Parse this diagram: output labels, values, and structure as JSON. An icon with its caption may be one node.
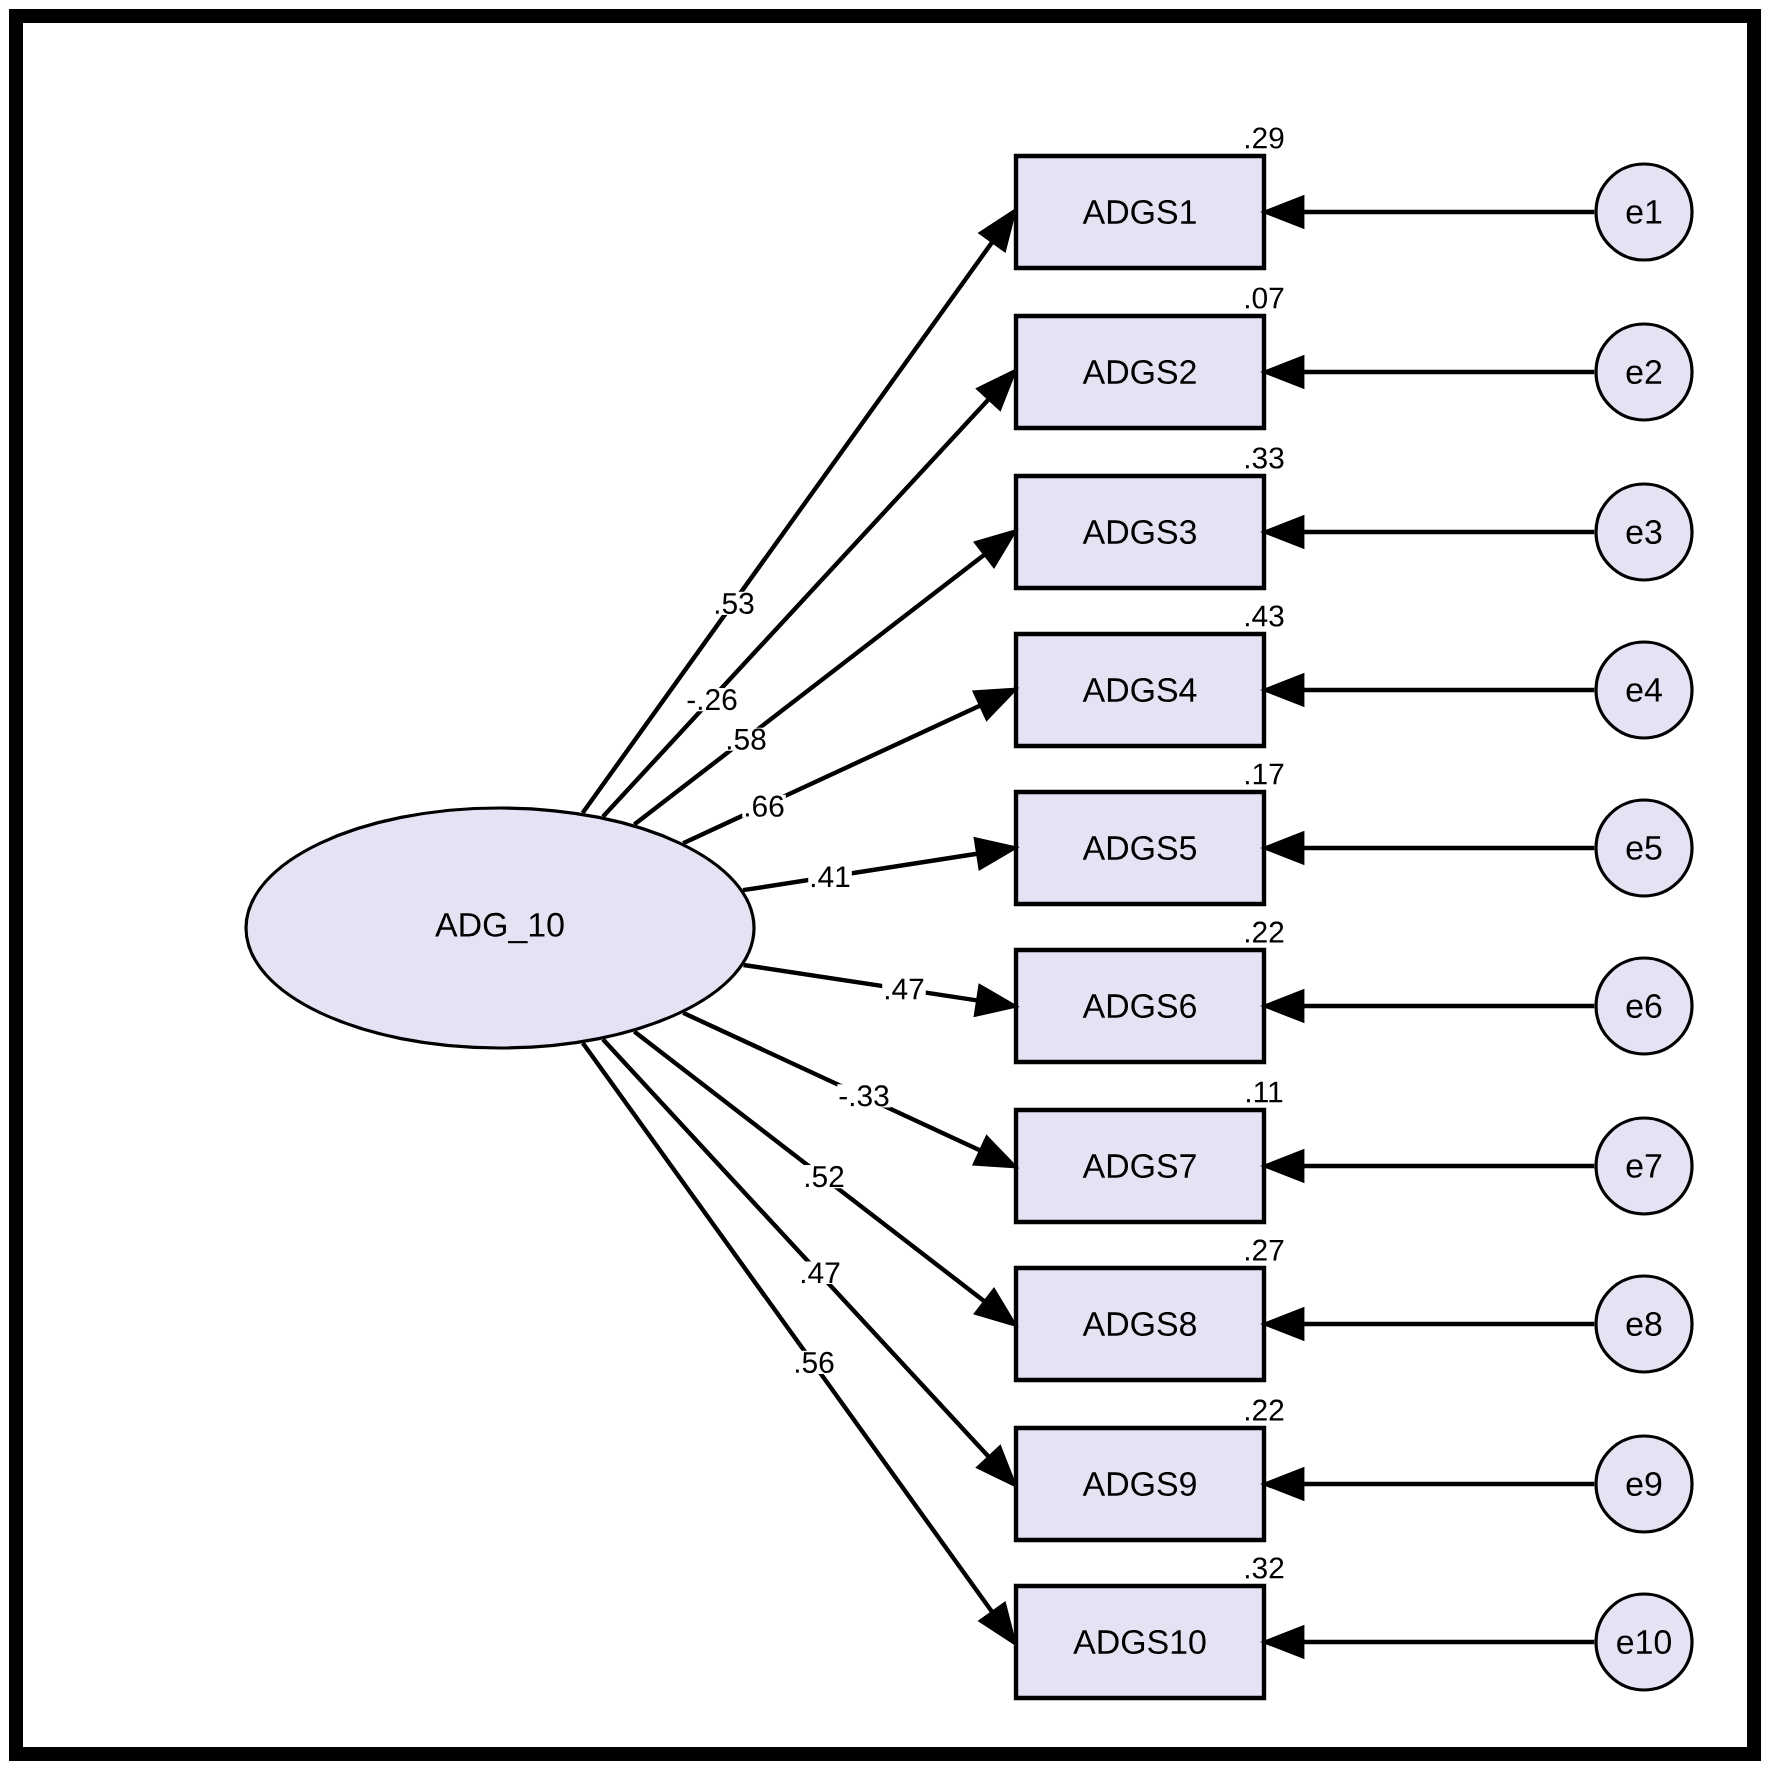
{
  "diagram": {
    "nodes": [
      {
        "text": [
          "ADG_10"
        ]
      },
      {
        "text": [
          "ADGS1"
        ],
        "beside": [
          ".29"
        ]
      },
      {
        "text": [
          "ADGS2"
        ],
        "beside": [
          ".07"
        ]
      },
      {
        "text": [
          "ADGS3"
        ],
        "beside": [
          ".33"
        ]
      },
      {
        "text": [
          "ADGS4"
        ],
        "beside": [
          ".43"
        ]
      },
      {
        "text": [
          "ADGS5"
        ],
        "beside": [
          ".17"
        ]
      },
      {
        "text": [
          "ADGS6"
        ],
        "beside": [
          ".22"
        ]
      },
      {
        "text": [
          "ADGS7"
        ],
        "beside": [
          ".11"
        ]
      },
      {
        "text": [
          "ADGS8"
        ],
        "beside": [
          ".27"
        ]
      },
      {
        "text": [
          "ADGS9"
        ],
        "beside": [
          ".22"
        ]
      },
      {
        "text": [
          "ADGS10"
        ],
        "beside": [
          ".32"
        ]
      },
      {
        "text": [
          "e1"
        ]
      },
      {
        "text": [
          "e2"
        ]
      },
      {
        "text": [
          "e3"
        ]
      },
      {
        "text": [
          "e4"
        ]
      },
      {
        "text": [
          "e5"
        ]
      },
      {
        "text": [
          "e6"
        ]
      },
      {
        "text": [
          "e7"
        ]
      },
      {
        "text": [
          "e8"
        ]
      },
      {
        "text": [
          "e9"
        ]
      },
      {
        "text": [
          "e10"
        ]
      }
    ],
    "edges": [
      {
        "from": 0,
        "to": 1,
        "arrow": "to",
        "label": ".53"
      },
      {
        "from": 0,
        "to": 2,
        "arrow": "to",
        "label": "-.26"
      },
      {
        "from": 0,
        "to": 3,
        "arrow": "to",
        "label": ".58"
      },
      {
        "from": 0,
        "to": 4,
        "arrow": "to",
        "label": ".66"
      },
      {
        "from": 0,
        "to": 5,
        "arrow": "to",
        "label": ".41"
      },
      {
        "from": 0,
        "to": 6,
        "arrow": "to",
        "label": ".47"
      },
      {
        "from": 0,
        "to": 7,
        "arrow": "to",
        "label": "-.33"
      },
      {
        "from": 0,
        "to": 8,
        "arrow": "to",
        "label": ".52"
      },
      {
        "from": 0,
        "to": 9,
        "arrow": "to",
        "label": ".47"
      },
      {
        "from": 0,
        "to": 10,
        "arrow": "to",
        "label": ".56"
      },
      {
        "from": 11,
        "to": 1,
        "arrow": "to"
      },
      {
        "from": 12,
        "to": 2,
        "arrow": "to"
      },
      {
        "from": 13,
        "to": 3,
        "arrow": "to"
      },
      {
        "from": 14,
        "to": 4,
        "arrow": "to"
      },
      {
        "from": 15,
        "to": 5,
        "arrow": "to"
      },
      {
        "from": 16,
        "to": 6,
        "arrow": "to"
      },
      {
        "from": 17,
        "to": 7,
        "arrow": "to"
      },
      {
        "from": 18,
        "to": 8,
        "arrow": "to"
      },
      {
        "from": 19,
        "to": 9,
        "arrow": "to"
      },
      {
        "from": 20,
        "to": 10,
        "arrow": "to"
      }
    ]
  }
}
